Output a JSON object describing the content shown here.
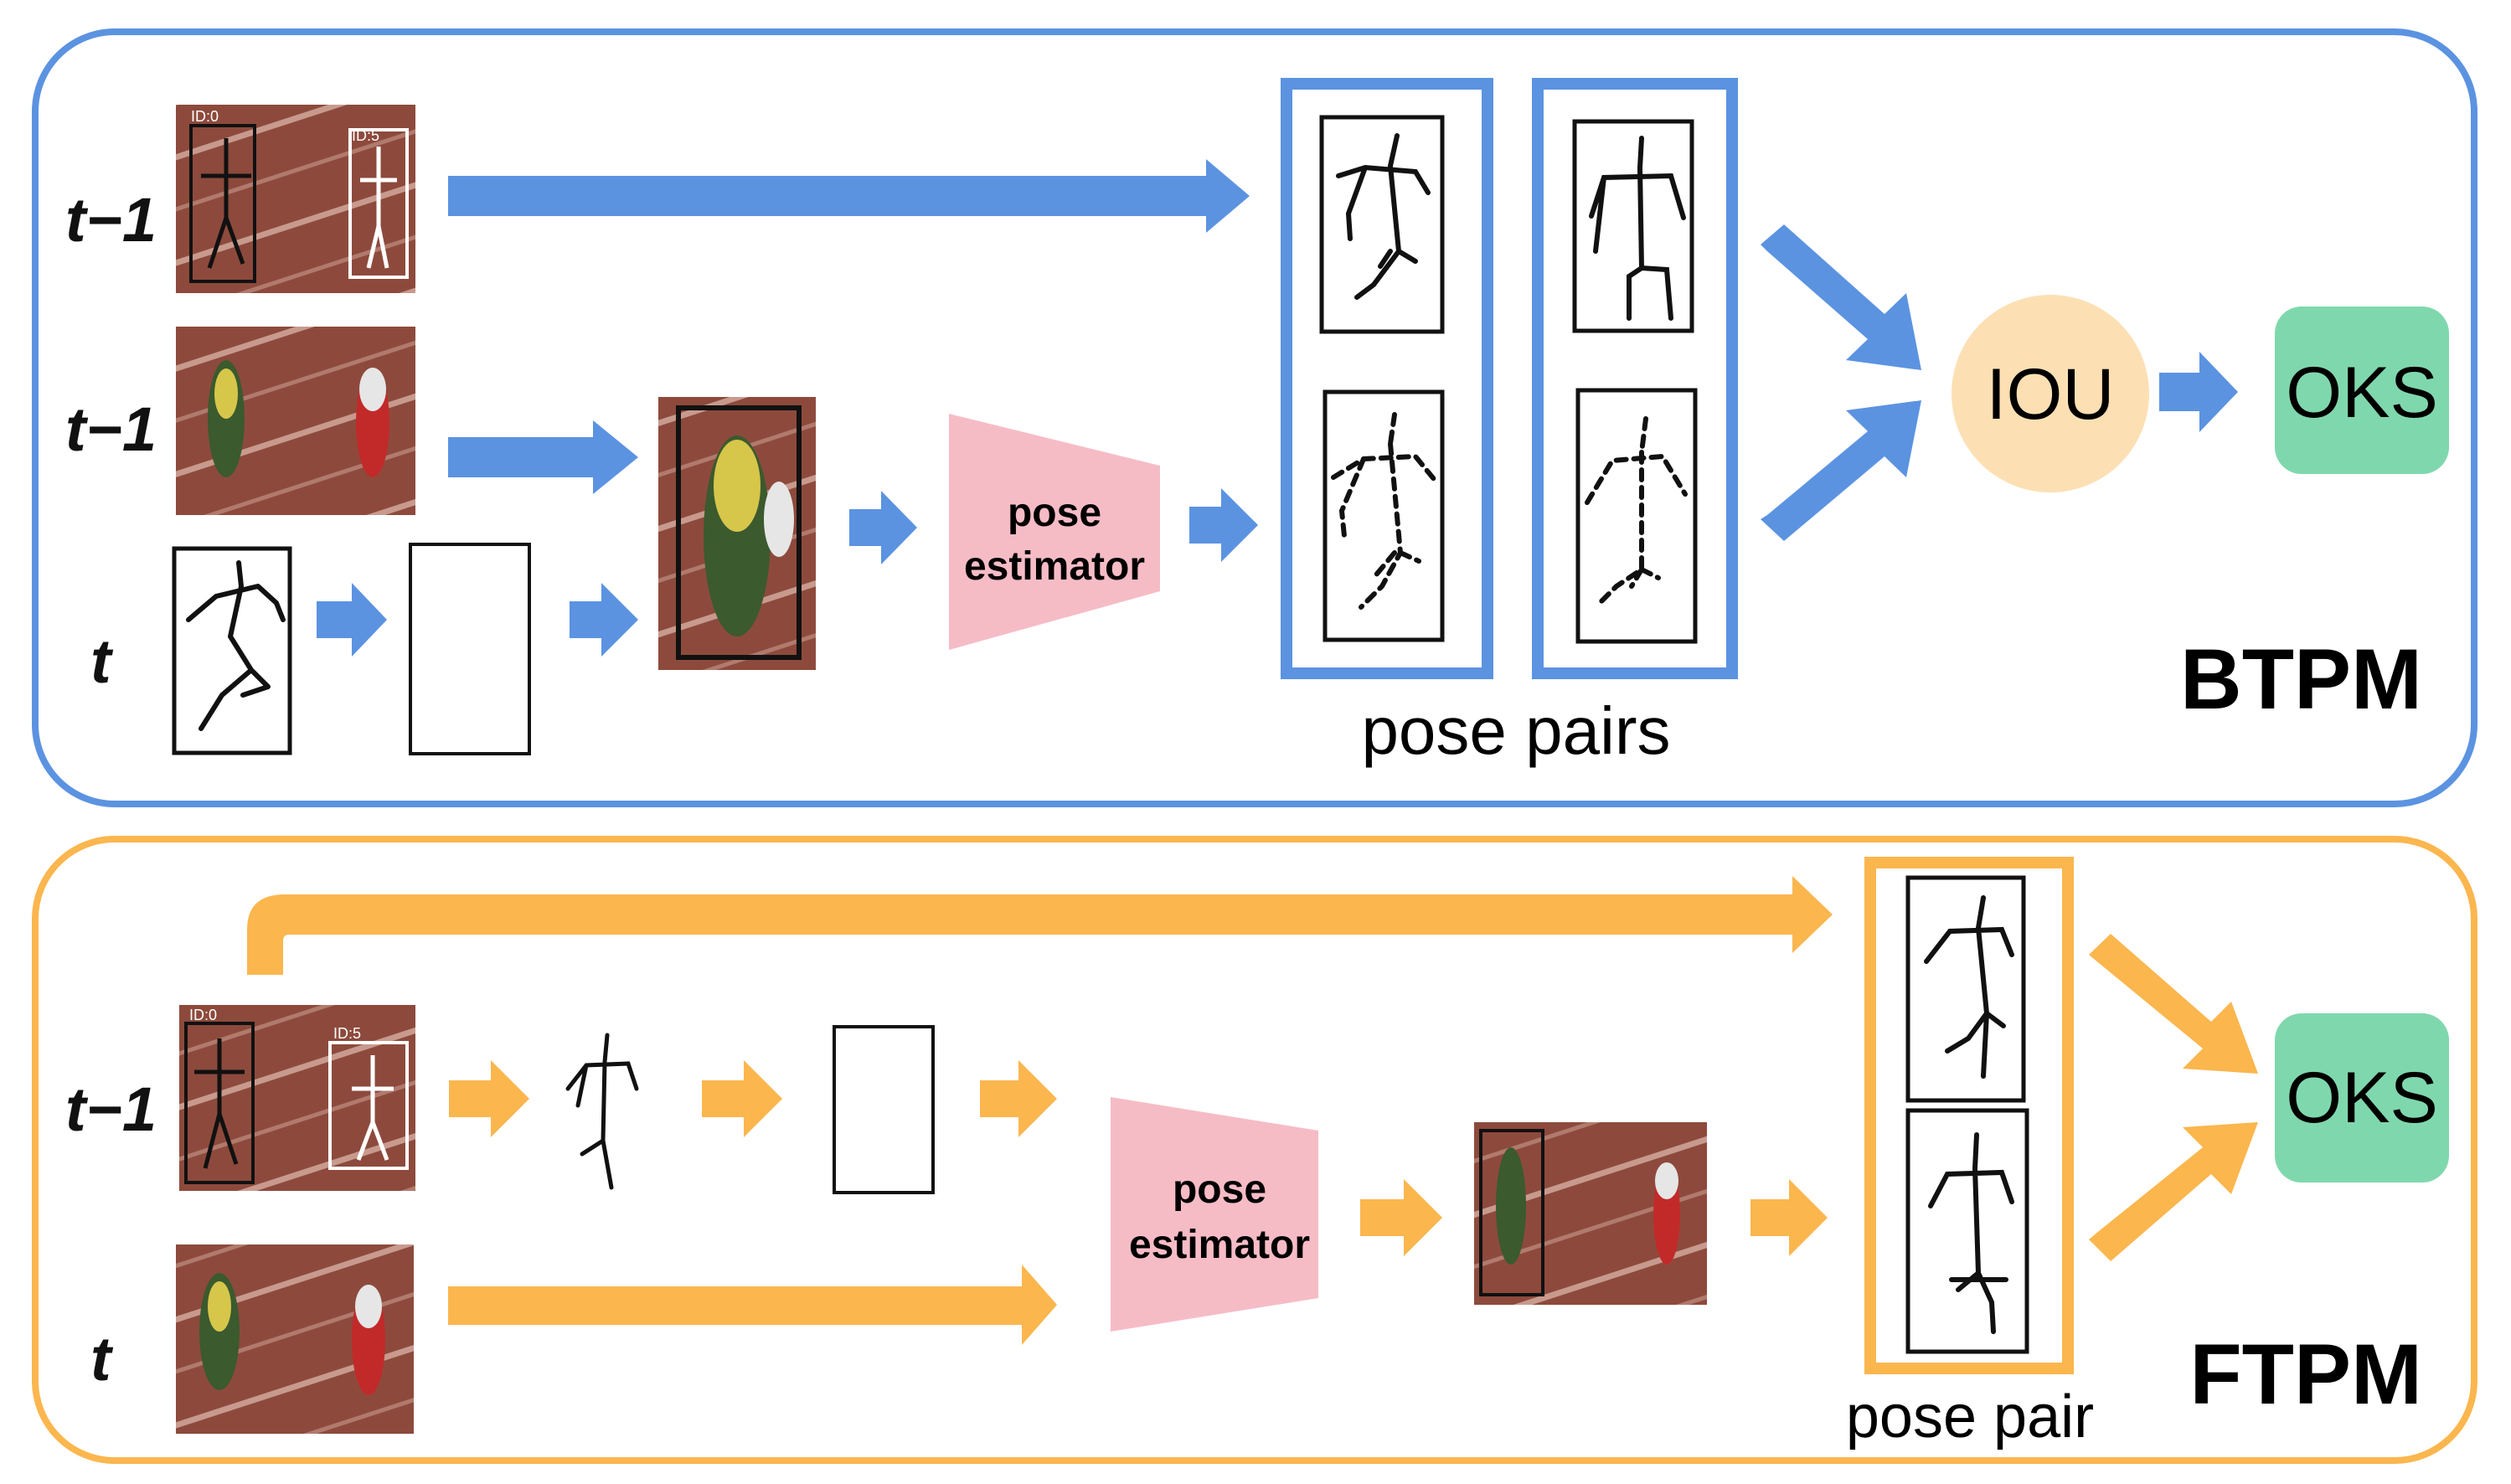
{
  "colors": {
    "btpm_accent": "#5b93e1",
    "ftpm_accent": "#fbb64e",
    "estimator_fill": "#f6bcc6",
    "iou_fill": "#fce0b4",
    "oks_fill": "#7fd8ad",
    "track_bg": "#8d4a3c",
    "track_line": "#c89a8e"
  },
  "btpm": {
    "title": "BTPM",
    "row_labels": [
      "t−1",
      "t−1",
      "t"
    ],
    "estimator_label_1": "pose",
    "estimator_label_2": "estimator",
    "iou_label": "IOU",
    "oks_label": "OKS",
    "pairs_caption": "pose pairs",
    "frame_tags": [
      "ID:0",
      "ID:5"
    ]
  },
  "ftpm": {
    "title": "FTPM",
    "row_labels": [
      "t−1",
      "t"
    ],
    "estimator_label_1": "pose",
    "estimator_label_2": "estimator",
    "oks_label": "OKS",
    "pair_caption": "pose pair",
    "frame_tags": [
      "ID:0",
      "ID:5"
    ]
  }
}
